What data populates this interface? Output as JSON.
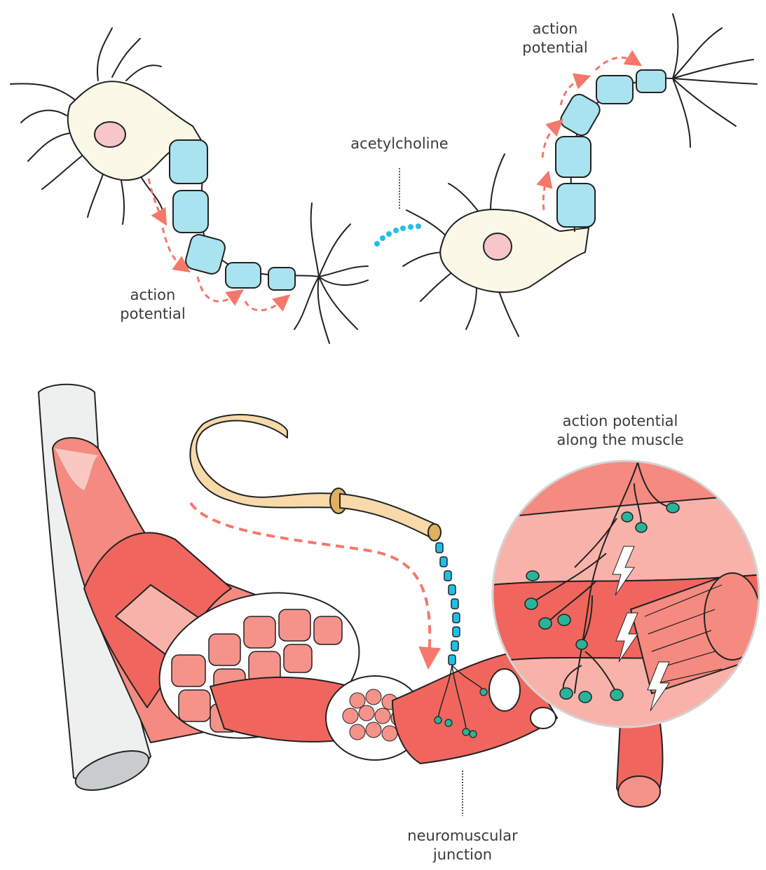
{
  "labels": {
    "action_potential_top_right": [
      "action",
      "potential"
    ],
    "acetylcholine": "acetylcholine",
    "action_potential_left": [
      "action",
      "potential"
    ],
    "action_potential_muscle": [
      "action potential",
      "along the muscle"
    ],
    "neuromuscular_junction": [
      "neuromuscular",
      "junction"
    ]
  },
  "colors": {
    "cell_body": "#fbf8e8",
    "nucleus": "#f6c6cb",
    "myelin": "#a9e3ef",
    "signal_arrow": "#f4786b",
    "acetylcholine_dots": "#1fc0e8",
    "muscle_dark": "#f0665e",
    "muscle_mid": "#f58a80",
    "muscle_light": "#f9b2aa",
    "tendon": "#eef0f0",
    "nerve": "#f7d9aa",
    "terminal": "#2bb39a",
    "outline": "#222222"
  },
  "icons": [
    "lightning-bolt-icon"
  ]
}
